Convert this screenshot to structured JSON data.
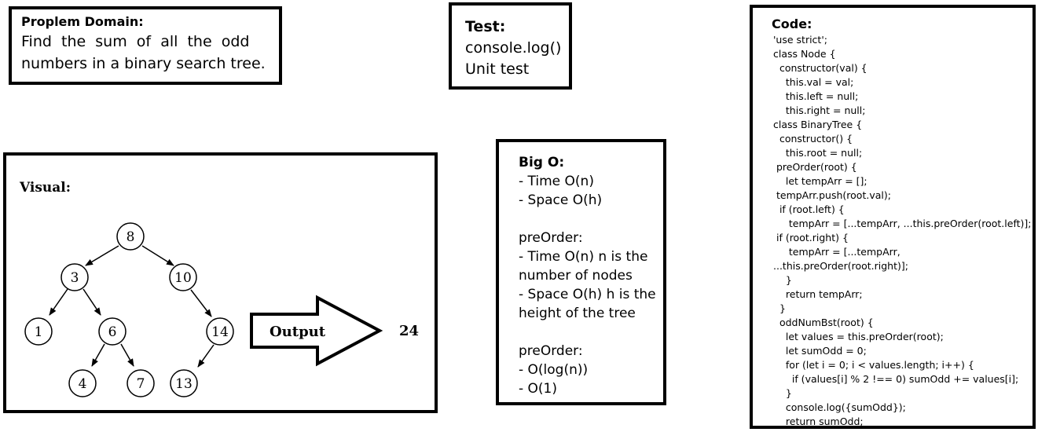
{
  "problem": {
    "heading": "Proplem Domain:",
    "lines": [
      "Find  the  sum  of  all  the  odd",
      "numbers in a binary search tree."
    ]
  },
  "test": {
    "heading": "Test:",
    "items": [
      "console.log()",
      "Unit test"
    ]
  },
  "visual": {
    "heading": "Visual:",
    "tree_nodes": [
      "8",
      "3",
      "10",
      "1",
      "6",
      "14",
      "4",
      "7",
      "13"
    ],
    "arrow_label": "Output",
    "result": "24"
  },
  "bigo": {
    "heading": "Big O:",
    "lines": [
      "- Time O(n)",
      "- Space O(h)",
      "",
      "preOrder:",
      "- Time O(n) n is the",
      "number of nodes",
      "- Space O(h) h is the",
      "height of the tree",
      "",
      "preOrder:",
      "- O(log(n))",
      "- O(1)"
    ]
  },
  "code": {
    "heading": "Code:",
    "lines": [
      "'use strict';",
      "class Node {",
      "  constructor(val) {",
      "    this.val = val;",
      "    this.left = null;",
      "    this.right = null;",
      "class BinaryTree {",
      "  constructor() {",
      "    this.root = null;",
      " preOrder(root) {",
      "    let tempArr = [];",
      " tempArr.push(root.val);",
      "  if (root.left) {",
      "     tempArr = [...tempArr, ...this.preOrder(root.left)];",
      " if (root.right) {",
      "     tempArr = [...tempArr,",
      "...this.preOrder(root.right)];",
      "    }",
      "    return tempArr;",
      "  }",
      "  oddNumBst(root) {",
      "    let values = this.preOrder(root);",
      "    let sumOdd = 0;",
      "    for (let i = 0; i < values.length; i++) {",
      "      if (values[i] % 2 !== 0) sumOdd += values[i];",
      "    }",
      "    console.log({sumOdd});",
      "    return sumOdd;"
    ]
  }
}
